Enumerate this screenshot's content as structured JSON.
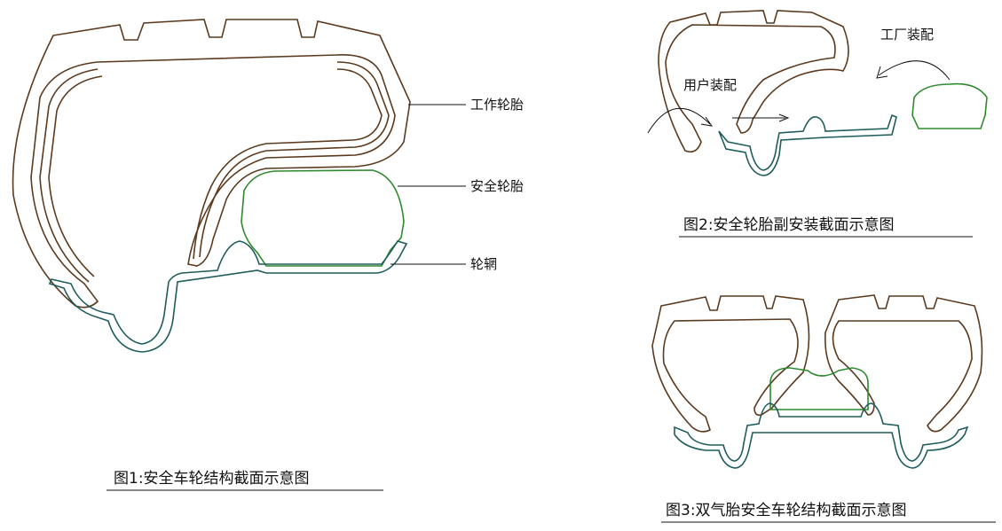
{
  "figure1": {
    "labels": {
      "working_tire": "工作轮胎",
      "safety_tire": "安全轮胎",
      "rim": "轮辋"
    },
    "caption": "图1:安全车轮结构截面示意图"
  },
  "figure2": {
    "labels": {
      "factory_assembly": "工厂装配",
      "user_assembly": "用户装配"
    },
    "caption": "图2:安全轮胎副安装截面示意图"
  },
  "figure3": {
    "caption": "图3:双气胎安全车轮结构截面示意图"
  },
  "colors": {
    "tire": "#5b3a1e",
    "rim": "#1f5c5c",
    "safety_tire": "#2f8a2f"
  }
}
